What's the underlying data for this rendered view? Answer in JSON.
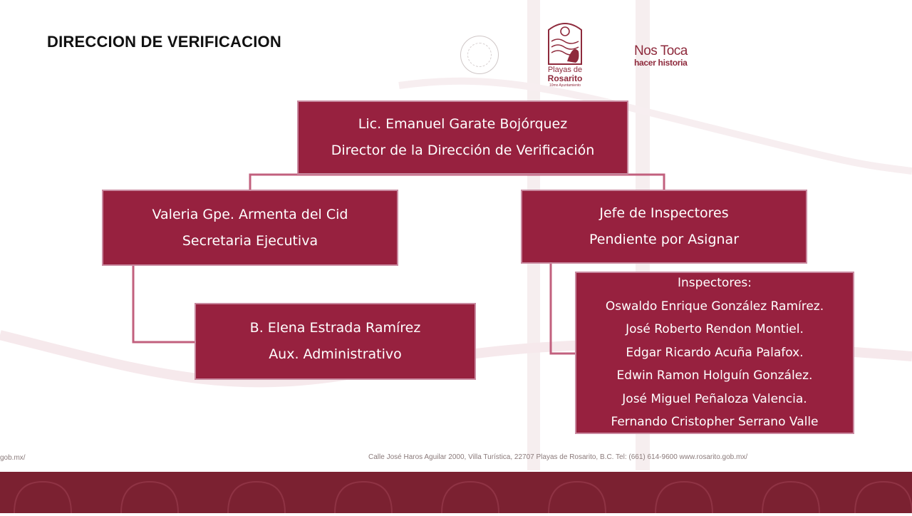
{
  "header": {
    "title": "DIRECCION DE VERIFICACION"
  },
  "logos": {
    "city_line1": "Playas de",
    "city_line2": "Rosarito",
    "city_line3": "10mo Ayuntamiento",
    "slogan_line1": "Nos Toca",
    "slogan_line2": "hacer historia",
    "brand_color": "#8e2a3c"
  },
  "org": {
    "director": {
      "name": "Lic. Emanuel Garate Bojórquez",
      "role": "Director de la Dirección de Verificación"
    },
    "secretaria": {
      "name": "Valeria Gpe. Armenta del Cid",
      "role": "Secretaria Ejecutiva"
    },
    "jefe": {
      "name": "Jefe de Inspectores",
      "role": "Pendiente por Asignar"
    },
    "aux": {
      "name": "B. Elena Estrada Ramírez",
      "role": "Aux. Administrativo"
    },
    "inspectores": {
      "heading": "Inspectores:",
      "members": [
        "Oswaldo Enrique González Ramírez.",
        "José Roberto Rendon Montiel.",
        "Edgar Ricardo Acuña Palafox.",
        "Edwin Ramon Holguín González.",
        "José Miguel Peñaloza Valencia.",
        "Fernando Cristopher Serrano Valle"
      ]
    }
  },
  "footer": {
    "address": "Calle José Haros Aguilar 2000, Villa Turística, 22707 Playas de Rosarito, B.C. Tel: (661) 614-9600  www.rosarito.gob.mx/",
    "left_url": "gob.mx/"
  },
  "colors": {
    "box_fill": "#97213f",
    "box_border": "#c98aa0",
    "connector": "#c2607e",
    "footer_band": "#7b2131"
  }
}
